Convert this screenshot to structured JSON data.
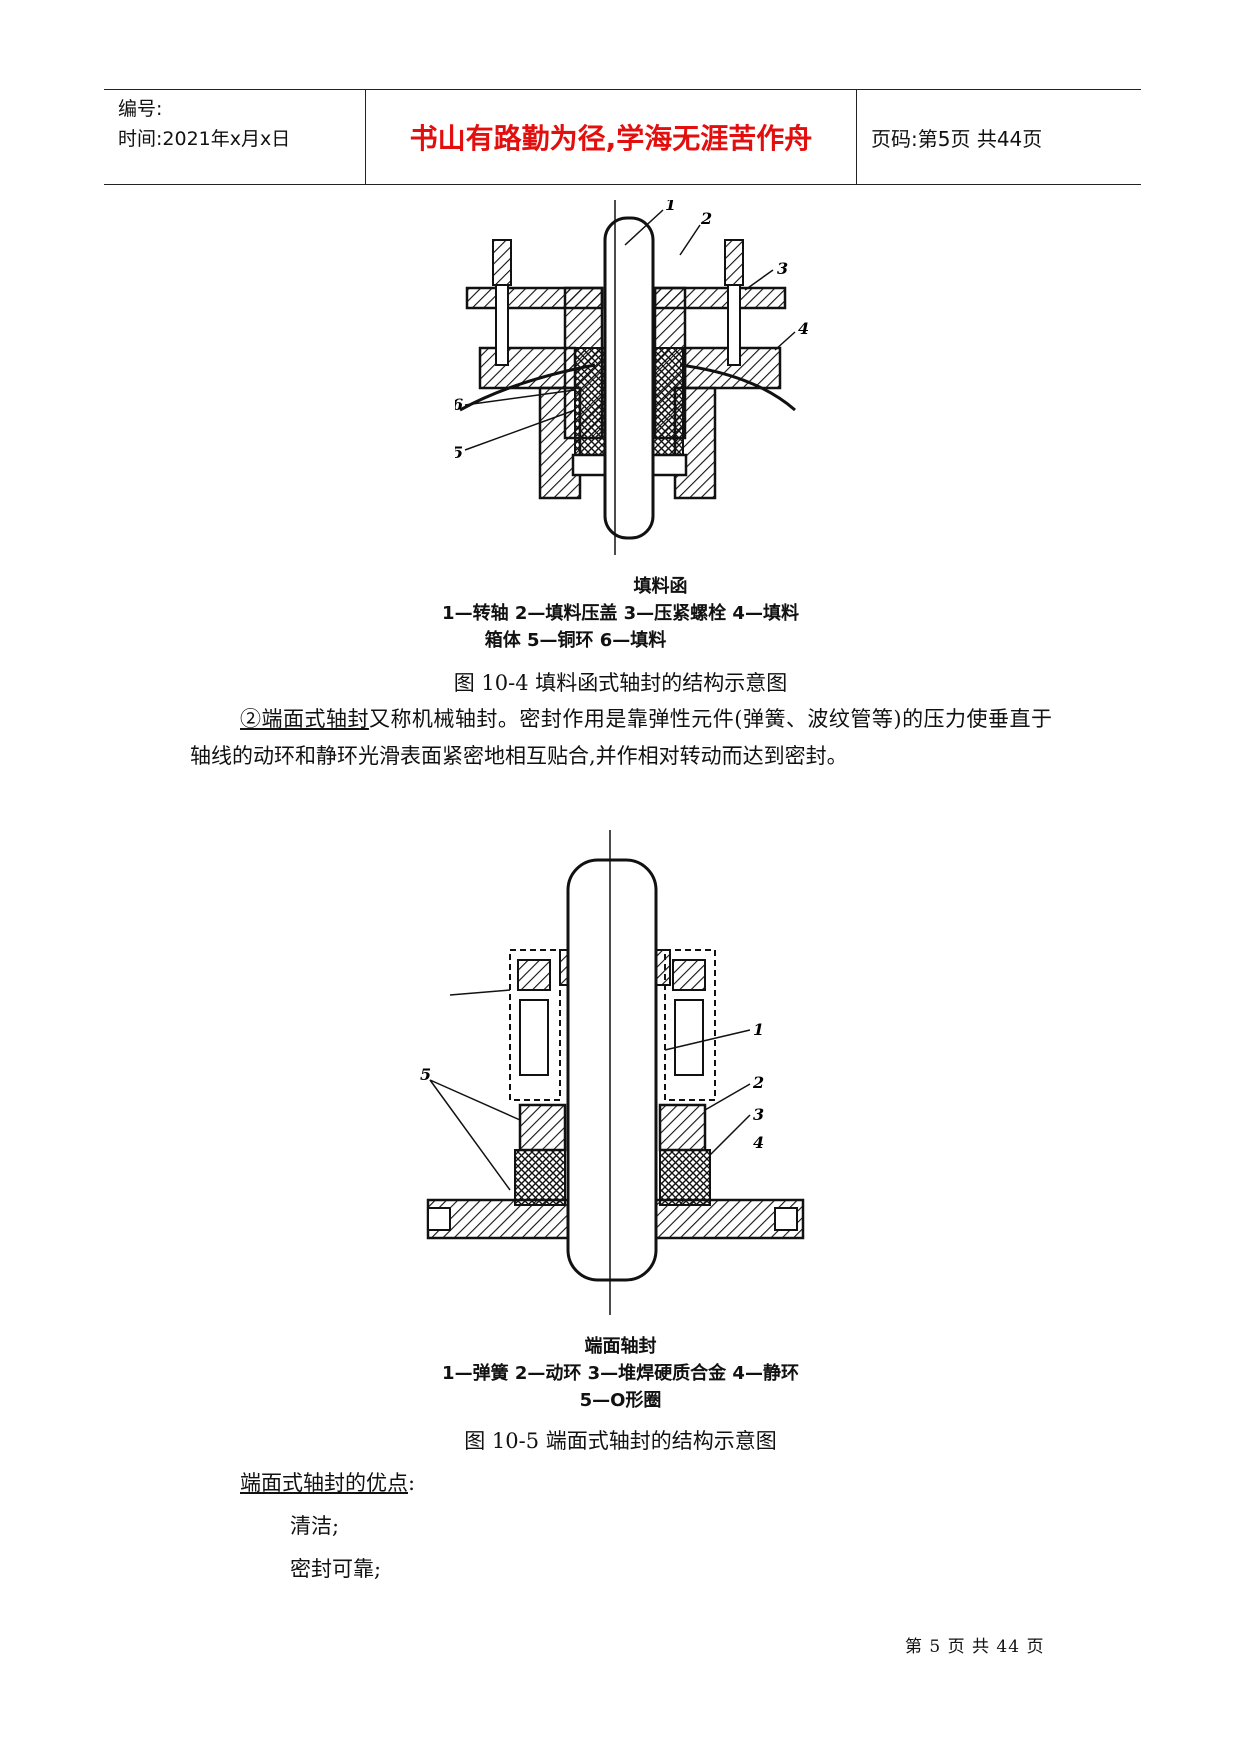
{
  "header": {
    "serial_label": "编号:",
    "time_label": "时间:2021年x月x日",
    "motto": "书山有路勤为径,学海无涯苦作舟",
    "page_label": "页码:第5页 共44页"
  },
  "figure1": {
    "numbers": [
      "1",
      "2",
      "3",
      "4",
      "6",
      "5"
    ],
    "title": "填料函",
    "legend_line1": "1—转轴  2—填料压盖  3—压紧螺栓  4—填料",
    "legend_line2": "箱体  5—铜环  6—填料",
    "caption": "图 10-4  填料函式轴封的结构示意图"
  },
  "paragraph": {
    "underlined": "②端面式轴封",
    "rest": "又称机械轴封。密封作用是靠弹性元件(弹簧、波纹管等)的压力使垂直于轴线的动环和静环光滑表面紧密地相互贴合,并作相对转动而达到密封。"
  },
  "figure2": {
    "numbers": [
      "1",
      "2",
      "3",
      "4",
      "5"
    ],
    "title": "端面轴封",
    "legend_line1": "1—弹簧  2—动环  3—堆焊硬质合金  4—静环",
    "legend_line2": "5—O形圈",
    "caption": "图 10-5  端面式轴封的结构示意图"
  },
  "advantages": {
    "heading": "端面式轴封的优点",
    "colon": ":",
    "items": [
      "清洁;",
      "密封可靠;"
    ]
  },
  "footer": {
    "page": "第 5 页 共 44 页"
  }
}
